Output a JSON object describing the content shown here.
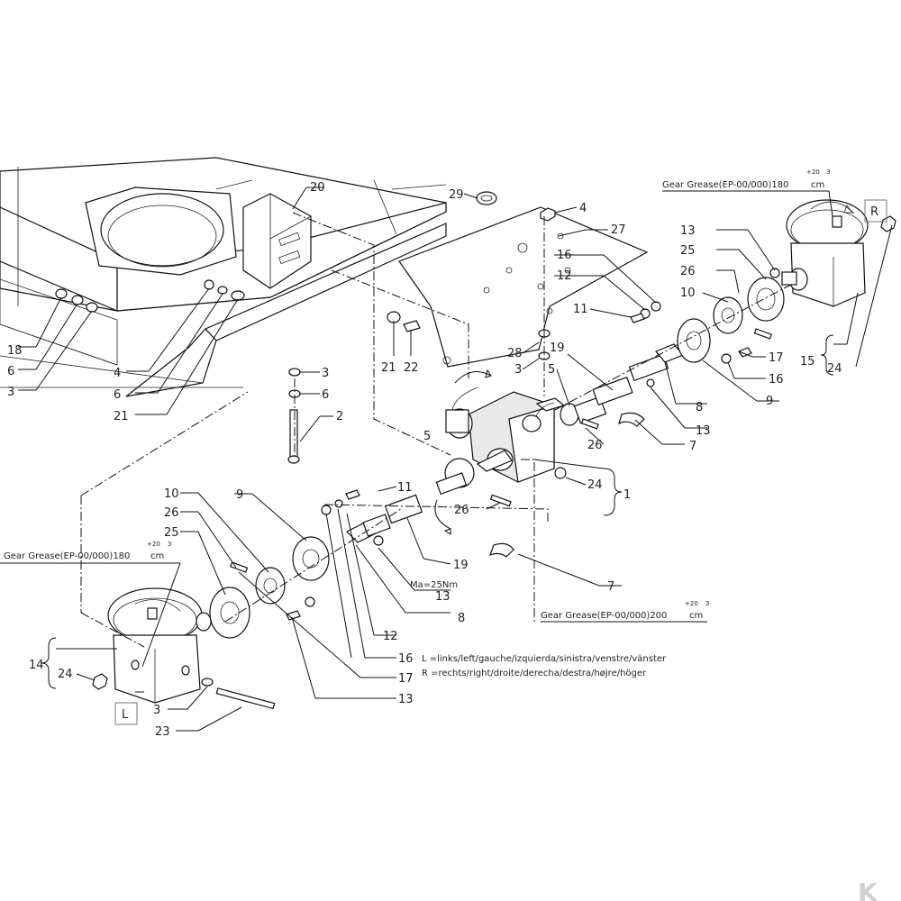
{
  "callouts": {
    "c2": "2",
    "c3a": "3",
    "c3b": "3",
    "c3c": "3",
    "c3d": "3",
    "c4a": "4",
    "c4b": "4",
    "c5a": "5",
    "c5b": "5",
    "c6a": "6",
    "c6b": "6",
    "c6c": "6",
    "c7a": "7",
    "c7b": "7",
    "c8a": "8",
    "c8b": "8",
    "c9a": "9",
    "c9b": "9",
    "c10a": "10",
    "c10b": "10",
    "c11a": "11",
    "c11b": "11",
    "c12a": "12",
    "c12b": "12",
    "c13a": "13",
    "c13b": "13",
    "c13c": "13",
    "c13d": "13",
    "c14": "14",
    "c15": "15",
    "c16a": "16",
    "c16b": "16",
    "c16c": "16",
    "c17a": "17",
    "c17b": "17",
    "c18": "18",
    "c19a": "19",
    "c19b": "19",
    "c20": "20",
    "c21a": "21",
    "c21b": "21",
    "c22": "22",
    "c23": "23",
    "c24a": "24",
    "c24b": "24",
    "c24c": "24",
    "c25a": "25",
    "c25b": "25",
    "c26a": "26",
    "c26b": "26",
    "c26c": "26",
    "c27": "27",
    "c28": "28",
    "c29": "29",
    "c1": "1"
  },
  "notes": {
    "grease_right": "Gear Grease(EP-00/000)180",
    "grease_right_unit": "cm",
    "grease_right_sup": "+20",
    "grease_right_exp": "3",
    "grease_left": "Gear Grease(EP-00/000)180",
    "grease_left_unit": "cm",
    "grease_left_sup": "+20",
    "grease_left_exp": "3",
    "grease_center": "Gear Grease(EP-00/000)200",
    "grease_center_unit": "cm",
    "grease_center_sup": "+20",
    "grease_center_exp": "3",
    "torque": "Ma=25Nm",
    "legend_l": "L  =links/left/gauche/izquierda/sinistra/venstre/vänster",
    "legend_r": "R  =rechts/right/droite/derecha/destra/højre/höger",
    "box_r": "R",
    "box_l": "L"
  },
  "branding": {
    "logo_letter": "K"
  },
  "colors": {
    "line": "#111111",
    "logo": "#d0d0d0",
    "box": "#777777"
  }
}
